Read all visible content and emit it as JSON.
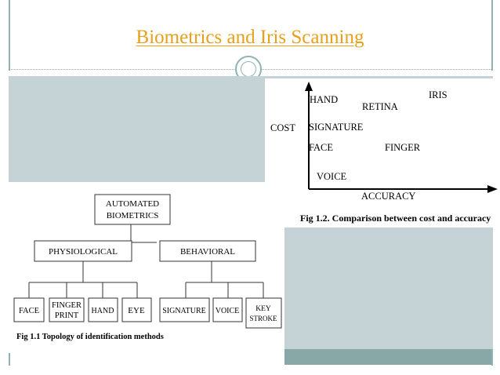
{
  "slide": {
    "title": "Biometrics and Iris Scanning",
    "accent_color": "#e6a019",
    "frame_color": "#8fb3b2",
    "block_color": "#c5d3d6",
    "footer_color": "#88a8a8"
  },
  "chart_data": {
    "type": "scatter",
    "xlabel": "ACCURACY",
    "ylabel": "COST",
    "points": [
      {
        "label": "HAND"
      },
      {
        "label": "RETINA"
      },
      {
        "label": "IRIS"
      },
      {
        "label": "SIGNATURE"
      },
      {
        "label": "FACE"
      },
      {
        "label": "FINGER"
      },
      {
        "label": "VOICE"
      }
    ],
    "caption": "Fig 1.2. Comparison between cost and accuracy"
  },
  "topology": {
    "root": "AUTOMATED BIOMETRICS",
    "branches": [
      {
        "label": "PHYSIOLOGICAL",
        "leaves": [
          "FACE",
          "FINGER PRINT",
          "HAND",
          "EYE"
        ]
      },
      {
        "label": "BEHAVIORAL",
        "leaves": [
          "SIGNATURE",
          "VOICE",
          "KEY STROKE"
        ]
      }
    ],
    "caption": "Fig 1.1 Topology of identification methods"
  }
}
